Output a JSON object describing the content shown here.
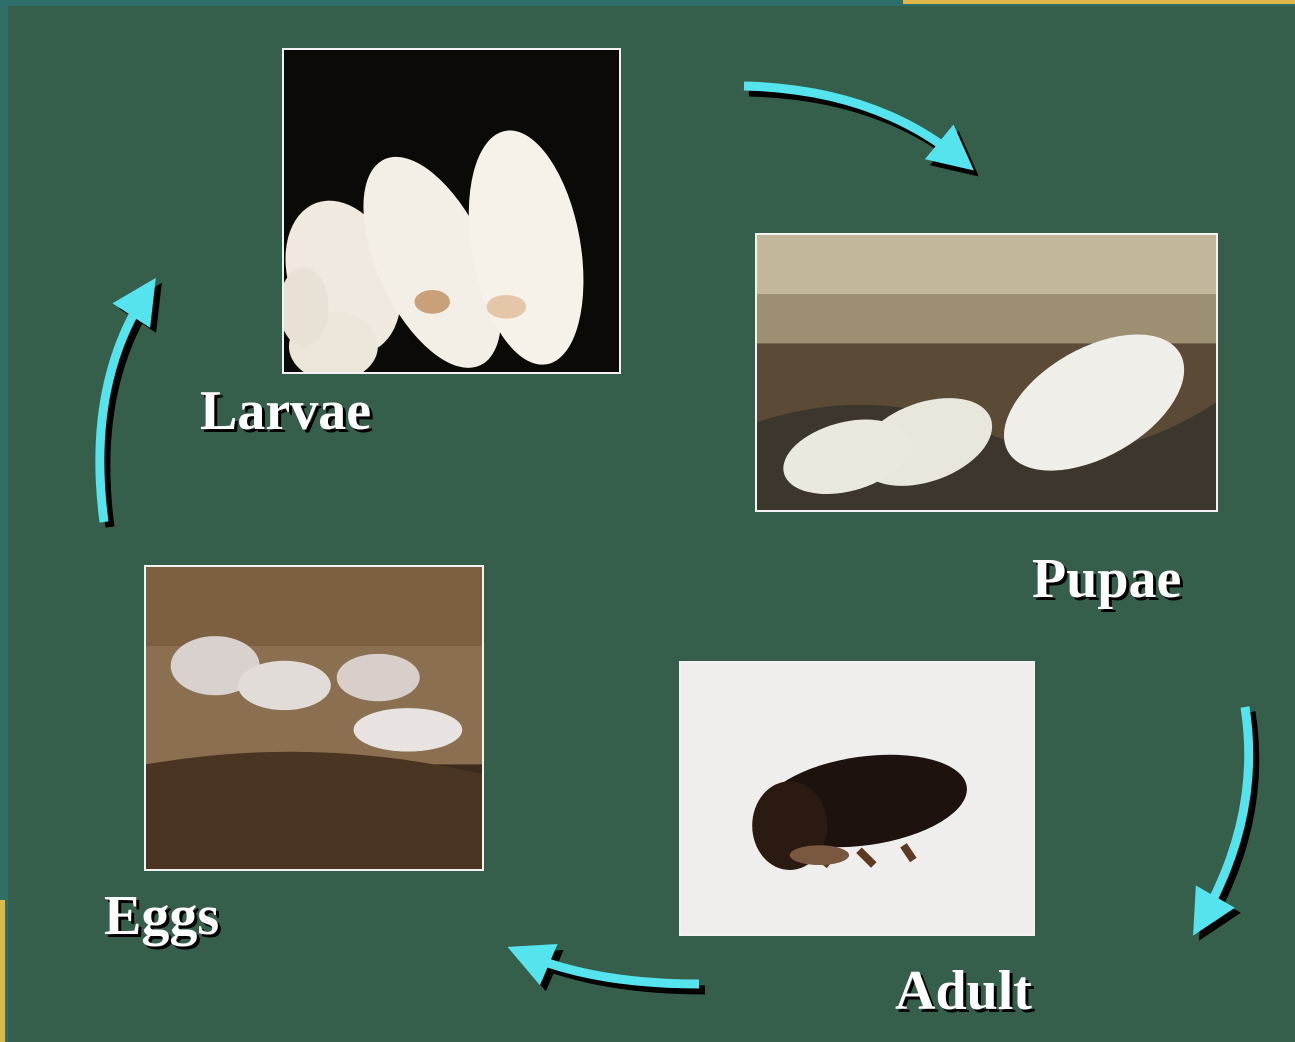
{
  "stages": {
    "larvae": "Larvae",
    "pupae": "Pupae",
    "adult": "Adult",
    "eggs": "Eggs"
  },
  "colors": {
    "panel_bg": "#365f4b",
    "border_bg": "#2f6f6a",
    "accent_gold": "#e0b84a",
    "arrow": "#55e3ee",
    "label_text": "#ffffff"
  },
  "icons": {
    "arrow": "curved-arrow-icon"
  }
}
